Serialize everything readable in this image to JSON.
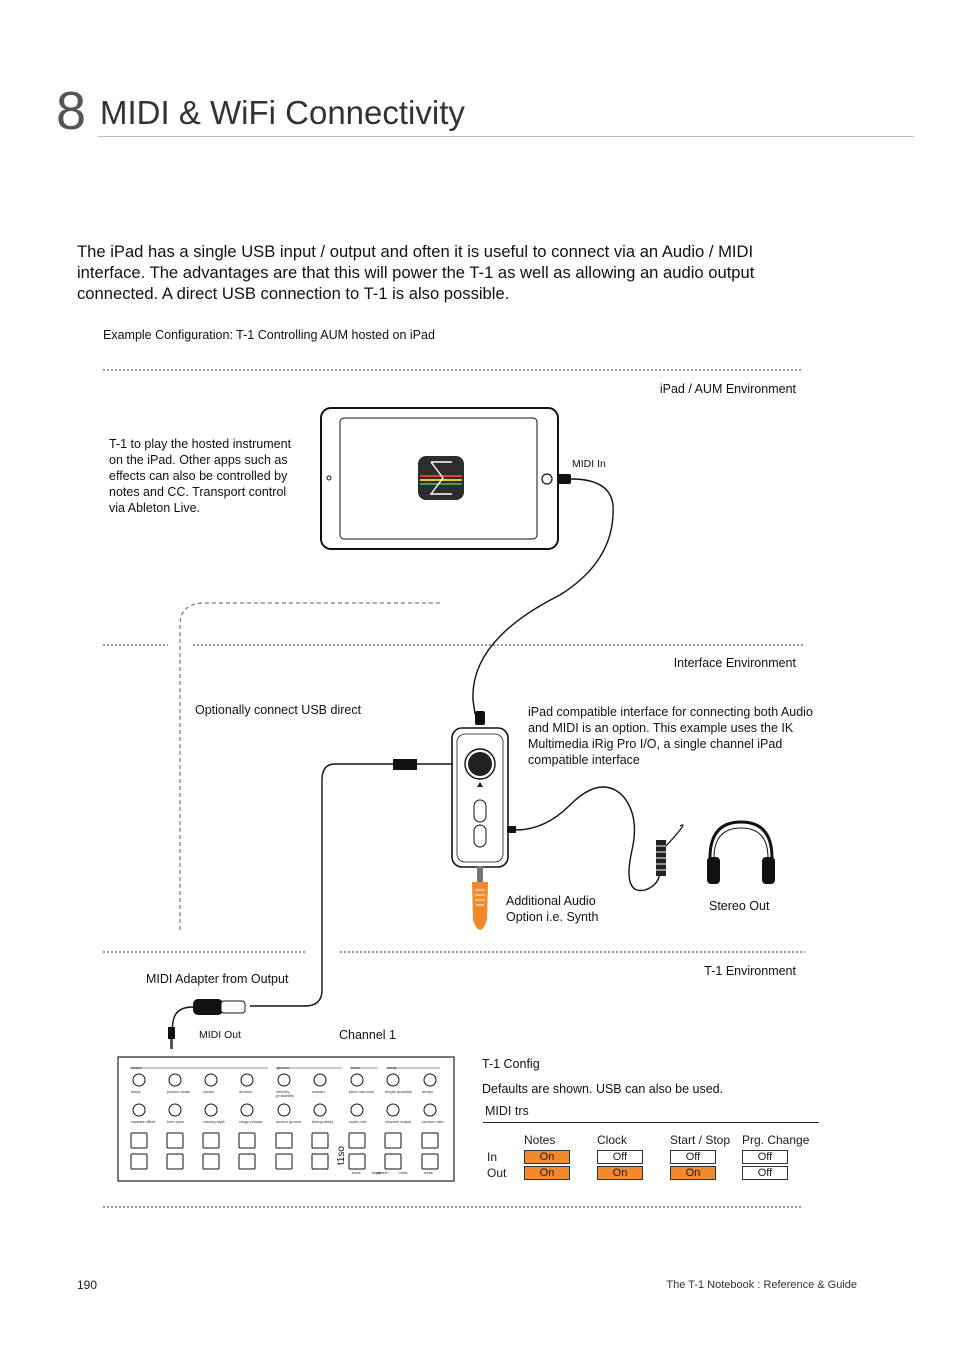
{
  "chapter": {
    "number": "8",
    "title": "MIDI & WiFi Connectivity"
  },
  "intro": "The iPad has a single USB input / output and often it is useful to connect via an Audio / MIDI interface. The advantages are that this will power the T-1 as well as allowing an audio output connected. A direct USB connection to T-1 is also possible.",
  "diagram": {
    "caption": "Example Configuration: T-1 Controlling AUM hosted on iPad",
    "ipad_env": "iPad / AUM Environment",
    "ipad_note": "T-1 to play the hosted instrument on the iPad. Other apps such as effects can also be controlled by notes and CC. Transport control via Ableton Live.",
    "midi_in": "MIDI In",
    "interface_env": "Interface Environment",
    "usb_direct": "Optionally connect USB direct",
    "interface_note": "iPad compatible interface for connecting both Audio and MIDI is an option. This example uses the IK Multimedia iRig Pro I/O, a single channel iPad compatible interface",
    "audio_option": "Additional Audio Option i.e. Synth",
    "stereo_out": "Stereo Out",
    "t1_env": "T-1 Environment",
    "midi_adapter": "MIDI Adapter from Output",
    "midi_out": "MIDI Out",
    "channel": "Channel 1",
    "t1_config": "T-1 Config",
    "defaults": "Defaults are shown. USB can also be used.",
    "aum_icon": "sigma-icon"
  },
  "device_labels": {
    "sections": [
      "shape",
      "groove",
      "tonal",
      "setup"
    ],
    "row1": [
      "steps",
      "pulses rotate",
      "cycles",
      "division",
      "velocity probability",
      "sustain",
      "pitch harmony",
      "length quantize",
      "tempo"
    ],
    "row2": [
      "repeats offset",
      "time pace",
      "voicing style",
      "range phrase",
      "accent groove",
      "timing delay",
      "scale root",
      "channel output",
      "random rate"
    ],
    "bottom": [
      "bank",
      "pattern",
      "clear",
      "temp",
      "mute"
    ],
    "logo": "t1so"
  },
  "config": {
    "heading": "MIDI trs",
    "columns": [
      "Notes",
      "Clock",
      "Start / Stop",
      "Prg. Change"
    ],
    "rows": [
      {
        "label": "In",
        "values": [
          "On",
          "Off",
          "Off",
          "Off"
        ],
        "on": [
          true,
          false,
          false,
          false
        ]
      },
      {
        "label": "Out",
        "values": [
          "On",
          "On",
          "On",
          "Off"
        ],
        "on": [
          true,
          true,
          true,
          false
        ]
      }
    ]
  },
  "footer": {
    "page": "190",
    "book": "The T-1 Notebook : Reference & Guide"
  },
  "colors": {
    "accent": "#f08a2c",
    "rule": "#bdbdbd"
  }
}
